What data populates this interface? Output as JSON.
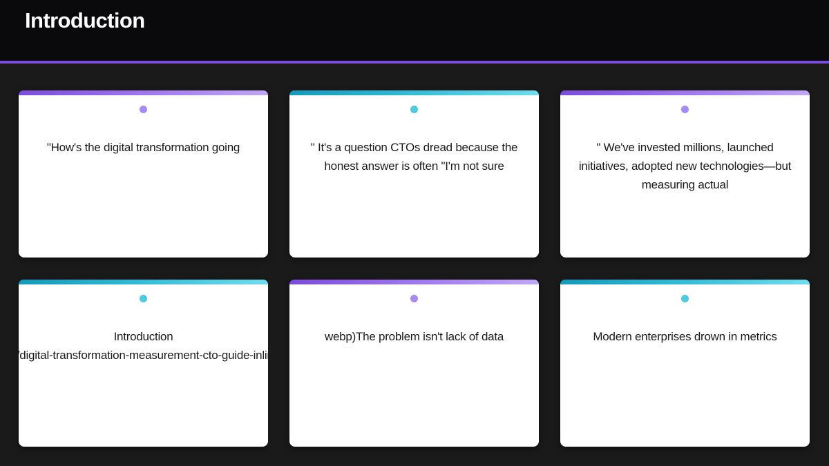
{
  "header": {
    "title": "Introduction",
    "background_color": "#0a0a0c",
    "rule_color": "#7c4ddb"
  },
  "theme": {
    "page_background": "#1a1a1a",
    "card_background": "#ffffff",
    "text_color": "#1b1b1b",
    "accent_purple_start": "#7b4cdb",
    "accent_purple_end": "#c0a6f7",
    "accent_cyan_start": "#1499bb",
    "accent_cyan_end": "#6fdcee",
    "dot_purple": "#a78bf5",
    "dot_cyan": "#4ec9e0"
  },
  "cards": [
    {
      "id": "card-1",
      "accent": "purple",
      "dot": "purple-dot",
      "text": "\"How's the digital transformation going",
      "overflow": false
    },
    {
      "id": "card-2",
      "accent": "cyan",
      "dot": "cyan-dot",
      "text": "\" It's a question CTOs dread because the honest answer is often \"I'm not sure",
      "overflow": false
    },
    {
      "id": "card-3",
      "accent": "purple",
      "dot": "purple-dot",
      "text": "\" We've invested millions, launched initiatives, adopted new technologies—but measuring actual",
      "overflow": false
    },
    {
      "id": "card-4",
      "accent": "cyan",
      "dot": "cyan-dot",
      "text": "Introduction",
      "overflow": true,
      "overflow_text": "(/images/digital-transformation-measurement-cto-guide-inline.webp)"
    },
    {
      "id": "card-5",
      "accent": "purple",
      "dot": "purple-dot",
      "text": "webp)The problem isn't lack of data",
      "overflow": false
    },
    {
      "id": "card-6",
      "accent": "cyan",
      "dot": "cyan-dot",
      "text": "Modern enterprises drown in metrics",
      "overflow": false
    }
  ]
}
